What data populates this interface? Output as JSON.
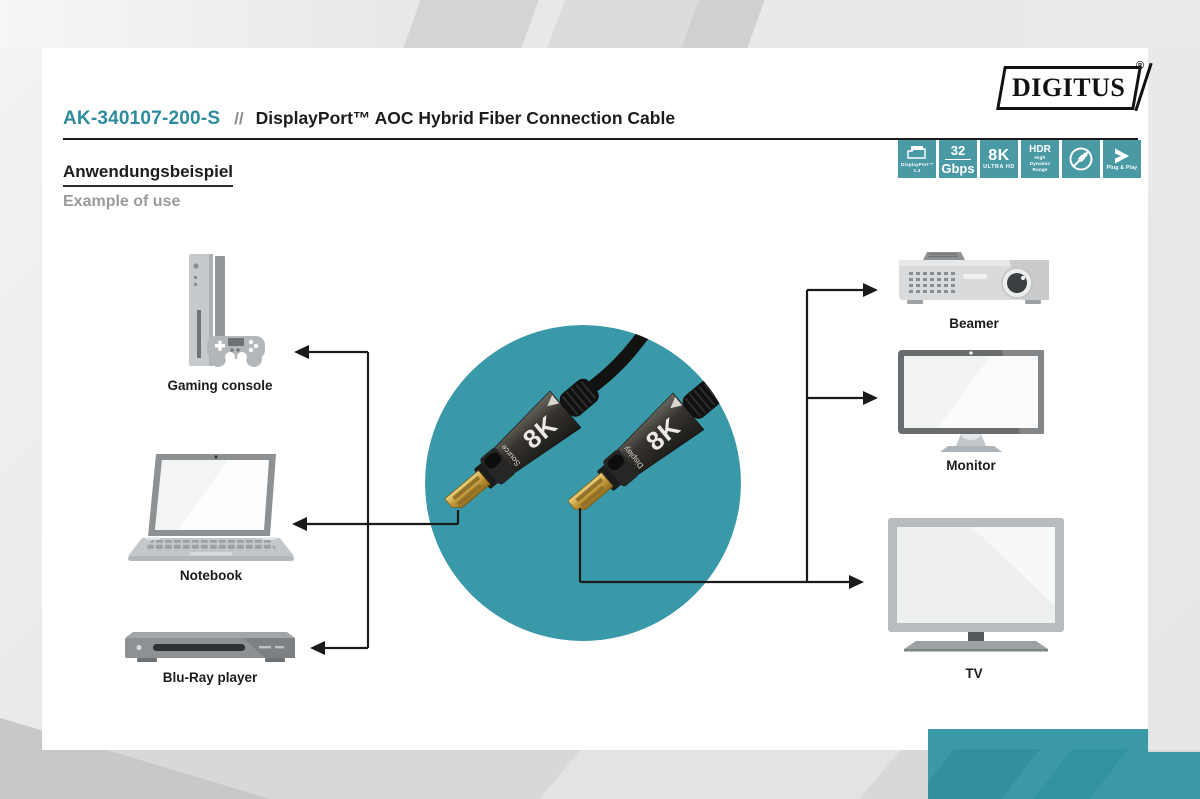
{
  "header": {
    "product_code": "AK-340107-200-S",
    "separator": "//",
    "title": "DisplayPort™ AOC Hybrid Fiber Connection Cable"
  },
  "brand": {
    "name": "DIGITUS",
    "registered": "®"
  },
  "section": {
    "title_de": "Anwendungsbeispiel",
    "title_en": "Example of use"
  },
  "badges": [
    {
      "icon": "displayport-plug-icon",
      "label": "DisplayPort™ 1.4"
    },
    {
      "line1": "32",
      "line2": "Gbps"
    },
    {
      "line1": "8K",
      "line2": "ULTRA HD"
    },
    {
      "line1": "HDR",
      "line2": "High Dynamic Range"
    },
    {
      "icon": "no-external-power-icon"
    },
    {
      "icon": "plug-and-play-arrow-icon",
      "label": "Plug & Play"
    }
  ],
  "devices": {
    "left": [
      {
        "label": "Gaming console"
      },
      {
        "label": "Notebook"
      },
      {
        "label": "Blu-Ray player"
      }
    ],
    "right": [
      {
        "label": "Beamer"
      },
      {
        "label": "Monitor"
      },
      {
        "label": "TV"
      }
    ]
  },
  "cable": {
    "left_connector": {
      "size_label": "8K",
      "port_label": "Source"
    },
    "right_connector": {
      "size_label": "8K",
      "port_label": "Display"
    }
  },
  "colors": {
    "accent_teal": "#2e8c9e",
    "badge_teal": "#4a9aa6",
    "circle_teal": "#3999a8",
    "corner_teal": "#3a99a4"
  }
}
